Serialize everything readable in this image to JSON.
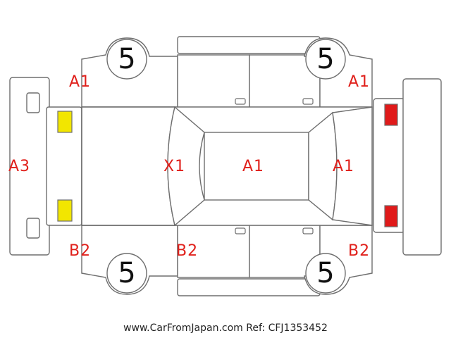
{
  "colors": {
    "outline": "#6e6e6e",
    "damage_code": "#e0201b",
    "front_lamp": "#f2e600",
    "rear_lamp": "#e01a1a"
  },
  "wheels": {
    "front_left": "5",
    "rear_left": "5",
    "front_right": "5",
    "rear_right": "5"
  },
  "codes": {
    "front_left_fender": "A1",
    "rear_left_fender": "A1",
    "front_bumper": "A3",
    "hood": "X1",
    "roof": "A1",
    "rear_glass": "A1",
    "front_right_fender": "B2",
    "right_front_door": "B2",
    "rear_right_fender": "B2"
  },
  "footer": {
    "watermark": "www.CarFromJapan.com Ref: CFJ1353452"
  }
}
